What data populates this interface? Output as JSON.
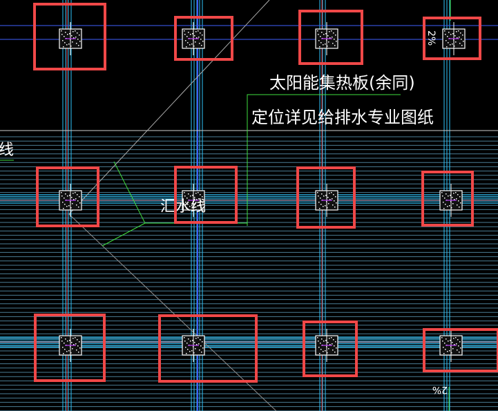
{
  "drawing": {
    "title_line1": "太阳能集热板(余同)",
    "title_line2": "定位详见给排水专业图纸",
    "collector_label": "汇水线",
    "left_edge_label": "线",
    "slope_top": "2%",
    "slope_bottom": "2%"
  },
  "colors": {
    "background": "#000000",
    "hatch": "#64a8c8",
    "cyan_line": "#30c8ff",
    "blue_line": "#4060ff",
    "leader_green": "#40e040",
    "red_line": "#e03030",
    "highlight_box": "#f04848",
    "text": "#ffffff"
  },
  "highlight_boxes_count": 12
}
